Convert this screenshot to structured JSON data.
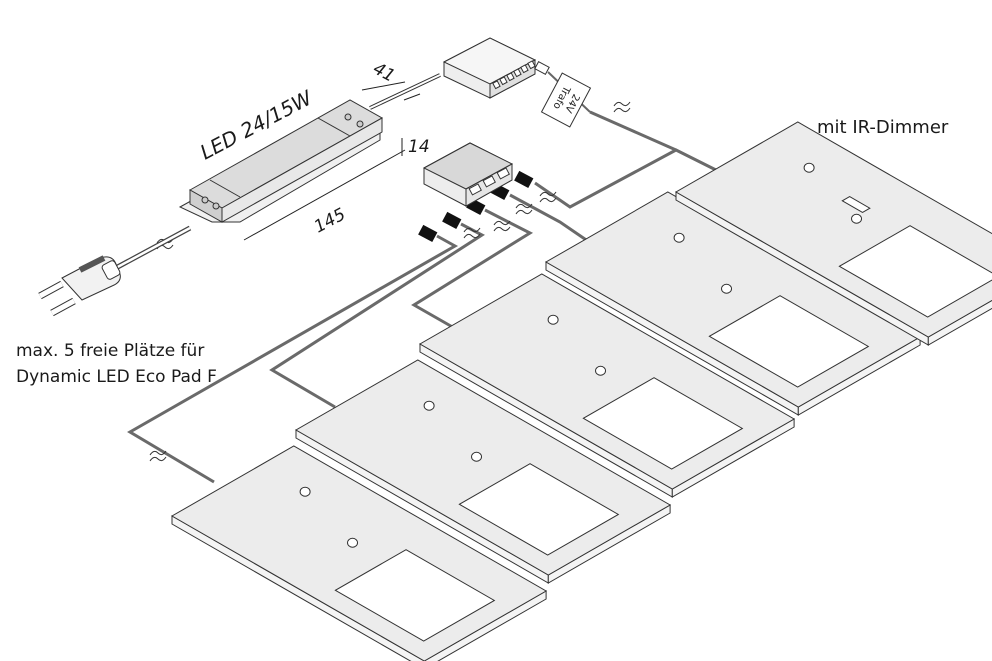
{
  "diagram": {
    "title": "Dynamic LED Eco Pad F wiring diagram",
    "driver": {
      "label": "LED 24/15W",
      "dimensions": {
        "length": "145",
        "width": "41",
        "height": "14"
      }
    },
    "ir_receiver_tag": {
      "line1": "Trafo",
      "line2": "24V"
    },
    "notes": {
      "slots_line1": "max. 5 freie Plätze für",
      "slots_line2": "Dynamic LED Eco Pad F",
      "ir_dimmer": "mit IR-Dimmer"
    },
    "pads": [
      {
        "name": "pad-1",
        "has_ir_sensor": false
      },
      {
        "name": "pad-2",
        "has_ir_sensor": false
      },
      {
        "name": "pad-3",
        "has_ir_sensor": false
      },
      {
        "name": "pad-4",
        "has_ir_sensor": false
      },
      {
        "name": "pad-5",
        "has_ir_sensor": true
      }
    ],
    "distributor_ports": 3,
    "ir_hub_ports": 6
  }
}
